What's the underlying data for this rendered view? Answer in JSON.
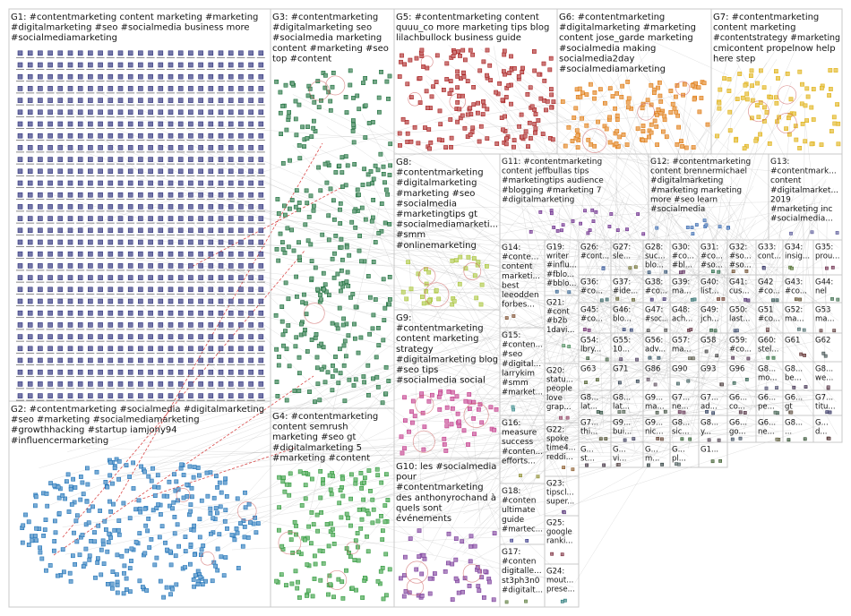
{
  "colors": {
    "background": "#ffffff",
    "grid_line": "#c8c8c8",
    "edge": "#8f8f8f",
    "highlight_edge": "#d21e1e",
    "label": "#141414"
  },
  "groups": [
    {
      "id": "G1",
      "lines": [
        "G1: #contentmarketing content marketing #marketing",
        "#digitalmarketing #seo #socialmedia business more",
        "#socialmediamarketing"
      ],
      "color": "#2b2f7a",
      "density": 1.0
    },
    {
      "id": "G2",
      "lines": [
        "G2: #contentmarketing #socialmedia #digitalmarketing",
        "#seo #marketing #socialmediamarketing",
        "#growthhacking #startup iamjony94",
        "#influencermarketing"
      ],
      "color": "#1f73b8",
      "density": 0.8
    },
    {
      "id": "G3",
      "lines": [
        "G3: #contentmarketing",
        "#digitalmarketing seo",
        "#socialmedia marketing",
        "content #marketing #seo",
        "top #content"
      ],
      "color": "#1b6e3a",
      "density": 0.8
    },
    {
      "id": "G4",
      "lines": [
        "G4: #contentmarketing",
        "content semrush",
        "marketing #seo gt",
        "#digitalmarketing 5",
        "#marketing #content"
      ],
      "color": "#2e9a3a",
      "density": 0.7
    },
    {
      "id": "G5",
      "lines": [
        "G5: #contentmarketing content",
        "quuu_co more marketing tips blog",
        "lilachbullock business guide"
      ],
      "color": "#a81e1e",
      "density": 0.8
    },
    {
      "id": "G6",
      "lines": [
        "G6: #contentmarketing",
        "#digitalmarketing #marketing",
        "content jose_garde marketing",
        "#socialmedia making",
        "socialmedia2day",
        "#socialmediamarketing"
      ],
      "color": "#e07b12",
      "density": 0.8
    },
    {
      "id": "G7",
      "lines": [
        "G7: #contentmarketing",
        "content marketing",
        "#contentstrategy #marketing",
        "cmicontent propelnow help",
        "here step"
      ],
      "color": "#e0b012",
      "density": 0.6
    },
    {
      "id": "G8",
      "lines": [
        "G8:",
        "#contentmarketing",
        "#digitalmarketing",
        "#marketing #seo",
        "#socialmedia",
        "#marketingtips gt",
        "#socialmediamarketi...",
        "#smm",
        "#onlinemarketing"
      ],
      "color": "#a8c43a",
      "density": 0.5
    },
    {
      "id": "G9",
      "lines": [
        "G9:",
        "#contentmarketing",
        "content marketing",
        "strategy",
        "#digitalmarketing blog",
        "#seo tips",
        "#socialmedia social"
      ],
      "color": "#c23a8a",
      "density": 0.6
    },
    {
      "id": "G10",
      "lines": [
        "G10: les #socialmedia",
        "pour",
        "#contentmarketing",
        "des anthonyrochand à",
        "quels sont",
        "événements"
      ],
      "color": "#7a3a9a",
      "density": 0.5
    },
    {
      "id": "G11",
      "lines": [
        "G11: #contentmarketing",
        "content jeffbullas tips",
        "#marketingtips audience",
        "#blogging #marketing 7",
        "#digitalmarketing"
      ],
      "color": "#6a2a8a",
      "density": 0.4
    },
    {
      "id": "G12",
      "lines": [
        "G12: #contentmarketing",
        "content brennermichael",
        "#digitalmarketing",
        "#marketing marketing",
        "more #seo learn",
        "#socialmedia"
      ],
      "color": "#3a6ab0",
      "density": 0.4
    },
    {
      "id": "G13",
      "lines": [
        "G13:",
        "#contentmark...",
        "content",
        "#digitalmarket...",
        "2019",
        "#marketing inc",
        "#socialmedia..."
      ],
      "color": "#5a5a9a",
      "density": 0.4
    },
    {
      "id": "G14",
      "lines": [
        "G14:",
        "#conte...",
        "content",
        "marketi...",
        "best",
        "leeodden",
        "forbes..."
      ],
      "color": "#7a4a2a",
      "density": 0.3
    },
    {
      "id": "G15",
      "lines": [
        "G15:",
        "#conten...",
        "#seo",
        "#digital...",
        "larrykim",
        "#smm",
        "#market..."
      ],
      "color": "#3a8a8a",
      "density": 0.3
    },
    {
      "id": "G16",
      "lines": [
        "G16:",
        "measure",
        "success",
        "#conten...",
        "efforts..."
      ],
      "color": "#8a8a2a",
      "density": 0.3
    },
    {
      "id": "G17",
      "lines": [
        "G17:",
        "#conten",
        "digitalle...",
        "st3ph3n0",
        "#digitalt..."
      ],
      "color": "#5a7a3a",
      "density": 0.3
    },
    {
      "id": "G18",
      "lines": [
        "G18:",
        "#conten",
        "ultimate",
        "guide",
        "#martec..."
      ],
      "color": "#3a3a8a",
      "density": 0.3
    },
    {
      "id": "G19",
      "lines": [
        "G19:",
        "writer",
        "#influ...",
        "#fblo...",
        "#bblo..."
      ],
      "color": "#2a5a8a",
      "density": 0.3
    },
    {
      "id": "G20",
      "lines": [
        "G20:",
        "statu...",
        "people",
        "love",
        "grap..."
      ],
      "color": "#8a3a5a",
      "density": 0.3
    },
    {
      "id": "G21",
      "lines": [
        "G21:",
        "#cont",
        "#b2b",
        "1davi..."
      ],
      "color": "#4a8a5a",
      "density": 0.3
    },
    {
      "id": "G22",
      "lines": [
        "G22:",
        "spoke",
        "time4...",
        "reddi..."
      ],
      "color": "#8a5a2a",
      "density": 0.3
    },
    {
      "id": "G23",
      "lines": [
        "G23:",
        "tipscl...",
        "super..."
      ],
      "color": "#5a3a7a",
      "density": 0.3
    },
    {
      "id": "G24",
      "lines": [
        "G24:",
        "mout...",
        "prese..."
      ],
      "color": "#2a7a7a",
      "density": 0.3
    },
    {
      "id": "G25",
      "lines": [
        "G25:",
        "google",
        "ranki..."
      ],
      "color": "#7a2a3a",
      "density": 0.3
    },
    {
      "id": "G26",
      "lines": [
        "G26:",
        "#cont..."
      ],
      "color": "#3a5a9a",
      "density": 0.3
    },
    {
      "id": "G27",
      "lines": [
        "G27:",
        "sle..."
      ],
      "color": "#6a6a2a",
      "density": 0.3
    },
    {
      "id": "G28",
      "lines": [
        "G28:",
        "suc...",
        "blo..."
      ],
      "color": "#2a4a6a",
      "density": 0.3
    },
    {
      "id": "G30",
      "lines": [
        "G30:",
        "#co...",
        "#bl..."
      ],
      "color": "#5a2a5a",
      "density": 0.3
    },
    {
      "id": "G31",
      "lines": [
        "G31:",
        "#co...",
        "#so..."
      ],
      "color": "#2a6a4a",
      "density": 0.3
    },
    {
      "id": "G32",
      "lines": [
        "G32:",
        "#so...",
        "#so..."
      ],
      "color": "#6a4a2a",
      "density": 0.3
    },
    {
      "id": "G33",
      "lines": [
        "G33:",
        "cont..."
      ],
      "color": "#3a3a6a",
      "density": 0.3
    },
    {
      "id": "G34",
      "lines": [
        "G34:",
        "insig..."
      ],
      "color": "#4a6a2a",
      "density": 0.3
    },
    {
      "id": "G35",
      "lines": [
        "G35:",
        "prou..."
      ],
      "color": "#6a2a4a",
      "density": 0.3
    },
    {
      "id": "G36",
      "lines": [
        "G36:",
        "#co..."
      ],
      "color": "#2a5a5a",
      "density": 0.3
    },
    {
      "id": "G37",
      "lines": [
        "G37:",
        "#ide..."
      ],
      "color": "#5a5a2a",
      "density": 0.3
    },
    {
      "id": "G38",
      "lines": [
        "G38:",
        "#co..."
      ],
      "color": "#3a2a6a",
      "density": 0.3
    },
    {
      "id": "G39",
      "lines": [
        "G39:",
        "ma..."
      ],
      "color": "#2a6a6a",
      "density": 0.3
    },
    {
      "id": "G40",
      "lines": [
        "G40:",
        "list..."
      ],
      "color": "#6a3a2a",
      "density": 0.3
    },
    {
      "id": "G41",
      "lines": [
        "G41:",
        "cus..."
      ],
      "color": "#4a2a6a",
      "density": 0.3
    },
    {
      "id": "G42",
      "lines": [
        "G42",
        "#co..."
      ],
      "color": "#2a4a4a",
      "density": 0.3
    },
    {
      "id": "G43",
      "lines": [
        "G43:",
        "#co..."
      ],
      "color": "#5a4a2a",
      "density": 0.3
    },
    {
      "id": "G44",
      "lines": [
        "G44:",
        "nel"
      ],
      "color": "#3a6a4a",
      "density": 0.3
    },
    {
      "id": "G45",
      "lines": [
        "G45:",
        "#co..."
      ],
      "color": "#6a2a6a",
      "density": 0.3
    },
    {
      "id": "G46",
      "lines": [
        "G46:",
        "blo..."
      ],
      "color": "#2a3a6a",
      "density": 0.3
    },
    {
      "id": "G47",
      "lines": [
        "G47:",
        "#soc..."
      ],
      "color": "#4a4a4a",
      "density": 0.3
    },
    {
      "id": "G48",
      "lines": [
        "G48:",
        "ach..."
      ],
      "color": "#5a2a3a",
      "density": 0.3
    },
    {
      "id": "G49",
      "lines": [
        "G49:",
        "jch..."
      ],
      "color": "#2a5a3a",
      "density": 0.3
    },
    {
      "id": "G50",
      "lines": [
        "G50:",
        "last..."
      ],
      "color": "#3a4a6a",
      "density": 0.3
    },
    {
      "id": "G51",
      "lines": [
        "G51",
        "#co..."
      ],
      "color": "#6a4a4a",
      "density": 0.3
    },
    {
      "id": "G52",
      "lines": [
        "G52:",
        "ma..."
      ],
      "color": "#4a6a6a",
      "density": 0.3
    },
    {
      "id": "G53",
      "lines": [
        "G53",
        "ma..."
      ],
      "color": "#5a3a3a",
      "density": 0.3
    },
    {
      "id": "G54",
      "lines": [
        "G54:",
        "lbry..."
      ],
      "color": "#3a5a3a",
      "density": 0.3
    },
    {
      "id": "G55",
      "lines": [
        "G55:",
        "10..."
      ],
      "color": "#4a3a5a",
      "density": 0.3
    },
    {
      "id": "G56",
      "lines": [
        "G56:",
        "adv..."
      ],
      "color": "#2a4a5a",
      "density": 0.3
    },
    {
      "id": "G57",
      "lines": [
        "G57:",
        "ma..."
      ],
      "color": "#5a5a4a",
      "density": 0.3
    },
    {
      "id": "G58",
      "lines": [
        "G58"
      ],
      "color": "#3a3a3a",
      "density": 0.3
    },
    {
      "id": "G59",
      "lines": [
        "G59:",
        "#co..."
      ],
      "color": "#4a2a4a",
      "density": 0.3
    },
    {
      "id": "G60",
      "lines": [
        "G60:",
        "stel..."
      ],
      "color": "#2a6a3a",
      "density": 0.3
    },
    {
      "id": "G61",
      "lines": [
        "G61"
      ],
      "color": "#5a2a2a",
      "density": 0.3
    },
    {
      "id": "G62",
      "lines": [
        "G62"
      ],
      "color": "#3a4a4a",
      "density": 0.3
    },
    {
      "id": "G63",
      "lines": [
        "G63"
      ],
      "color": "#4a5a2a",
      "density": 0.3
    },
    {
      "id": "G71",
      "lines": [
        "G71"
      ],
      "color": "#2a3a4a",
      "density": 0.3
    },
    {
      "id": "G86",
      "lines": [
        "G86"
      ],
      "color": "#5a4a5a",
      "density": 0.3
    },
    {
      "id": "G90",
      "lines": [
        "G90"
      ],
      "color": "#3a5a5a",
      "density": 0.3
    },
    {
      "id": "G93",
      "lines": [
        "G93"
      ],
      "color": "#4a3a3a",
      "density": 0.3
    },
    {
      "id": "G96",
      "lines": [
        "G96"
      ],
      "color": "#2a5a4a",
      "density": 0.3
    },
    {
      "id": "Ga",
      "lines": [
        "G8...",
        "mo..."
      ],
      "color": "#4a4a6a",
      "density": 0.3
    },
    {
      "id": "Gb",
      "lines": [
        "G8...",
        "be..."
      ],
      "color": "#3a2a4a",
      "density": 0.3
    },
    {
      "id": "Gc",
      "lines": [
        "G8...",
        "we..."
      ],
      "color": "#5a3a4a",
      "density": 0.3
    },
    {
      "id": "Gd",
      "lines": [
        "G8...",
        "lat..."
      ],
      "color": "#2a4a3a",
      "density": 0.3
    },
    {
      "id": "Ge",
      "lines": [
        "G8...",
        "lat..."
      ],
      "color": "#4a5a4a",
      "density": 0.3
    },
    {
      "id": "Gf",
      "lines": [
        "G9...",
        "ma..."
      ],
      "color": "#3a4a3a",
      "density": 0.3
    },
    {
      "id": "Gg",
      "lines": [
        "G7...",
        "ne..."
      ],
      "color": "#5a2a4a",
      "density": 0.3
    },
    {
      "id": "Gh",
      "lines": [
        "G7...",
        "ad..."
      ],
      "color": "#2a3a5a",
      "density": 0.3
    },
    {
      "id": "Gi",
      "lines": [
        "G6...",
        "co..."
      ],
      "color": "#4a2a3a",
      "density": 0.3
    },
    {
      "id": "Gj",
      "lines": [
        "G6...",
        "pe..."
      ],
      "color": "#3a5a4a",
      "density": 0.3
    },
    {
      "id": "Gk",
      "lines": [
        "G6...",
        "gt"
      ],
      "color": "#5a4a3a",
      "density": 0.3
    },
    {
      "id": "Gl",
      "lines": [
        "G7...",
        "titu..."
      ],
      "color": "#2a2a5a",
      "density": 0.3
    },
    {
      "id": "Gm",
      "lines": [
        "G7...",
        "thi..."
      ],
      "color": "#4a4a2a",
      "density": 0.3
    },
    {
      "id": "Gn",
      "lines": [
        "G9...",
        "bui..."
      ],
      "color": "#3a3a5a",
      "density": 0.3
    },
    {
      "id": "Go",
      "lines": [
        "G9...",
        "nic..."
      ],
      "color": "#5a3a2a",
      "density": 0.3
    },
    {
      "id": "Gp",
      "lines": [
        "G8...",
        "sic..."
      ],
      "color": "#2a5a2a",
      "density": 0.3
    },
    {
      "id": "Gq",
      "lines": [
        "G8...",
        "y..."
      ],
      "color": "#4a3a4a",
      "density": 0.3
    },
    {
      "id": "Gr",
      "lines": [
        "G6...",
        "go..."
      ],
      "color": "#3a4a5a",
      "density": 0.3
    },
    {
      "id": "Gs",
      "lines": [
        "G6...",
        "ne..."
      ],
      "color": "#5a5a3a",
      "density": 0.3
    },
    {
      "id": "Gt",
      "lines": [
        "G8...",
        "..."
      ],
      "color": "#2a4a2a",
      "density": 0.3
    },
    {
      "id": "Gu",
      "lines": [
        "G...",
        "d..."
      ],
      "color": "#4a2a2a",
      "density": 0.3
    },
    {
      "id": "Gv",
      "lines": [
        "G...",
        "st..."
      ],
      "color": "#3a2a3a",
      "density": 0.3
    },
    {
      "id": "Gw",
      "lines": [
        "G...",
        "vi..."
      ],
      "color": "#5a4a4a",
      "density": 0.3
    },
    {
      "id": "Gx",
      "lines": [
        "G...",
        "m..."
      ],
      "color": "#2a3a3a",
      "density": 0.3
    },
    {
      "id": "Gy",
      "lines": [
        "G...",
        "pl..."
      ],
      "color": "#4a5a5a",
      "density": 0.3
    },
    {
      "id": "Gz",
      "lines": [
        "G1..."
      ],
      "color": "#3a5a2a",
      "density": 0.3
    }
  ]
}
